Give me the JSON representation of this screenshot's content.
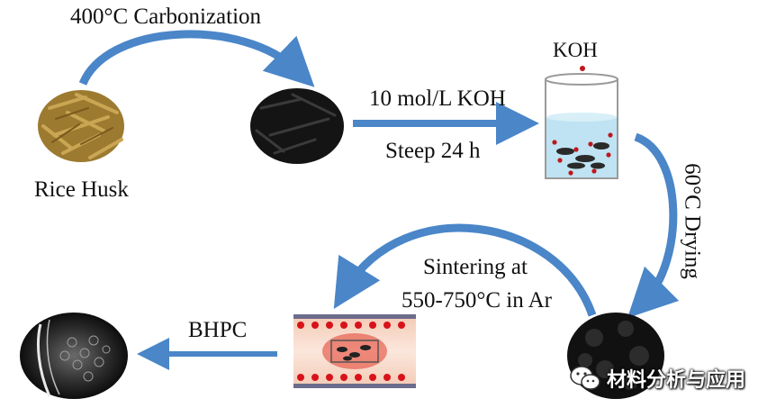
{
  "labels": {
    "carbonization": "400°C Carbonization",
    "rice_husk": "Rice Husk",
    "koh": "KOH",
    "concentration": "10 mol/L KOH",
    "steep": "Steep 24 h",
    "drying": "60°C Drying",
    "sintering_line1": "Sintering at",
    "sintering_line2": "550-750°C in Ar",
    "bhpc": "BHPC"
  },
  "watermark": {
    "text": "材料分析与应用",
    "icon": "wechat-icon"
  },
  "colors": {
    "arrow": "#4a86c8",
    "koh_dot": "#c0161b",
    "rice_husk": "#b8943f",
    "carbon": "#1a1a1a",
    "furnace_fill": "#f7d9c9",
    "beaker_liquid": "#bfe3f2"
  }
}
